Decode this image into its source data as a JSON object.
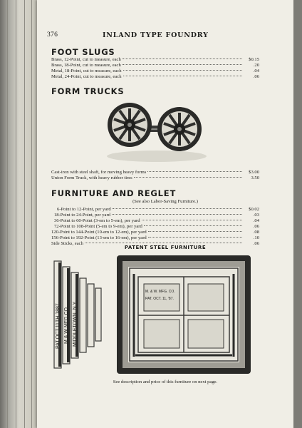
{
  "header": {
    "page_number": "376",
    "running_title": "INLAND TYPE FOUNDRY"
  },
  "foot_slugs": {
    "heading": "FOOT SLUGS",
    "items": [
      {
        "label": "Brass, 12-Point, cut to measure, each",
        "price": "$0.15"
      },
      {
        "label": "Brass, 18-Point, cut to measure, each",
        "price": ".20"
      },
      {
        "label": "Metal, 18-Point, cut to measure, each",
        "price": ".04"
      },
      {
        "label": "Metal, 24-Point, cut to measure, each",
        "price": ".06"
      }
    ]
  },
  "form_trucks": {
    "heading": "FORM TRUCKS",
    "items": [
      {
        "label": "Cast-iron with steel shaft, for moving heavy forms",
        "price": "$3.00"
      },
      {
        "label": "Union Form Truck, with heavy rubber tires",
        "price": "3.50"
      }
    ]
  },
  "furniture": {
    "heading": "FURNITURE AND REGLET",
    "note": "(See also Labor-Saving Furniture.)",
    "items": [
      {
        "label": "6-Point to  12-Point, per yard",
        "price": "$0.02"
      },
      {
        "label": "18-Point to  24-Point, per yard",
        "price": ".03"
      },
      {
        "label": "36-Point to  60-Point (3-em to 5-em), per yard",
        "price": ".04"
      },
      {
        "label": "72-Point to 108-Point (5-em to 9-em), per yard",
        "price": ".06"
      },
      {
        "label": "120-Point to 144-Point (10-em to 12-em), per yard",
        "price": ".08"
      },
      {
        "label": "156-Point to 192-Point (13-em to 16-em), per yard",
        "price": ".10"
      },
      {
        "label": "Side Sticks, each",
        "price": ".06"
      }
    ]
  },
  "patent_steel": {
    "heading": "PATENT STEEL FURNITURE",
    "stamp_lines": [
      "PAT.OCT.11TH 1887.",
      "M & W MFG.CO.",
      "MIDDLETOWN, N.Y."
    ],
    "plate_lines": [
      "M. & W. MFG. CO.",
      "PAT. OCT. 11, '87."
    ],
    "caption": "See description and price of this furniture on next page."
  }
}
